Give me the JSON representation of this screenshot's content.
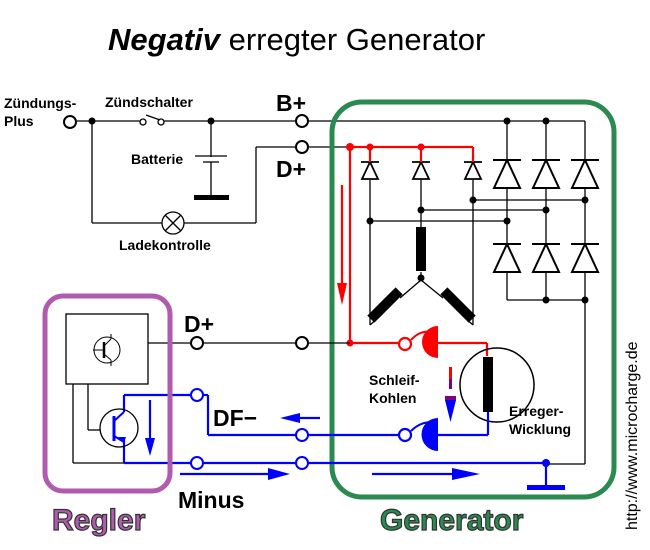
{
  "title": {
    "italic": "Negativ",
    "rest": " erregter Generator"
  },
  "labels": {
    "zuendungs_plus_line1": "Zündungs-",
    "zuendungs_plus_line2": "Plus",
    "zuendschalter": "Zündschalter",
    "batterie": "Batterie",
    "ladekontrolle": "Ladekontrolle",
    "b_plus": "B+",
    "d_plus_top": "D+",
    "d_plus_regler": "D+",
    "df_minus": "DF−",
    "minus": "Minus",
    "schleif_kohlen_line1": "Schleif-",
    "schleif_kohlen_line2": "Kohlen",
    "erreger_line1": "Erreger-",
    "erreger_line2": "Wicklung",
    "regler": "Regler",
    "generator": "Generator",
    "url": "http://www.microcharge.de"
  },
  "colors": {
    "wire": "#000000",
    "excitation_plus": "#ff0000",
    "excitation_minus": "#0000ff",
    "transition": "#800080",
    "generator_box": "#2a8a50",
    "regler_box": "#b05ab0"
  }
}
